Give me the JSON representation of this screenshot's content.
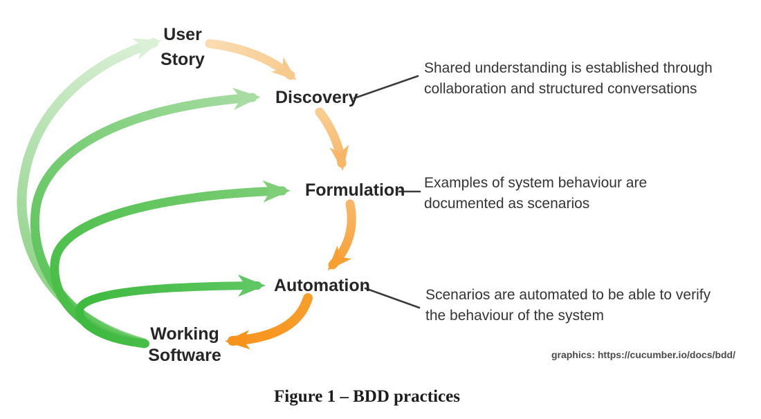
{
  "figure": {
    "caption": "Figure 1 – BDD practices",
    "credit": "graphics: https://cucumber.io/docs/bdd/"
  },
  "nodes": {
    "user_story": {
      "line1": "User",
      "line2": "Story"
    },
    "discovery": {
      "label": "Discovery"
    },
    "formulation": {
      "label": "Formulation"
    },
    "automation": {
      "label": "Automation"
    },
    "working_software": {
      "line1": "Working",
      "line2": "Software"
    }
  },
  "annotations": {
    "discovery": {
      "line1": "Shared understanding is established through",
      "line2": "collaboration and structured conversations"
    },
    "formulation": {
      "line1": "Examples of system behaviour are",
      "line2": "documented as scenarios"
    },
    "automation": {
      "line1": "Scenarios are automated to be able to verify",
      "line2": "the behaviour of the system"
    }
  },
  "flow": {
    "forward_arrows": [
      {
        "from": "User Story",
        "to": "Discovery",
        "color": "#F7C98C"
      },
      {
        "from": "Discovery",
        "to": "Formulation",
        "color": "#F7B566"
      },
      {
        "from": "Formulation",
        "to": "Automation",
        "color": "#F79F31"
      },
      {
        "from": "Automation",
        "to": "Working Software",
        "color": "#F7921B"
      }
    ],
    "feedback_arrows": [
      {
        "from": "Working Software",
        "to": "User Story",
        "color": "#DCF0D8"
      },
      {
        "from": "Working Software",
        "to": "Discovery",
        "color": "#A8DCA3"
      },
      {
        "from": "Working Software",
        "to": "Formulation",
        "color": "#7FCE78"
      },
      {
        "from": "Working Software",
        "to": "Automation",
        "color": "#5FC763"
      }
    ]
  },
  "colors": {
    "orange_strong": "#F7941D",
    "orange_pale": "#F8D29B",
    "green_strong": "#46BD46",
    "green_pale": "#D7EED3",
    "label_text": "#262626",
    "annotation_text": "#343434",
    "connector_line": "#3A3A3A"
  }
}
